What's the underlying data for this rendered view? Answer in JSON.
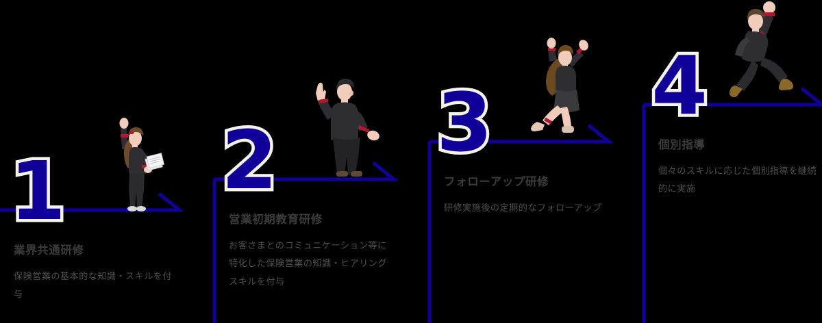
{
  "diagram": {
    "title": "",
    "accent_color": "#100099",
    "number_outline_color": "#f6f3ec",
    "background_color": "#000000",
    "title_text_color": "#3b3b3b",
    "body_text_color": "#4e4e4e",
    "type": "staircase-process-flow",
    "direction": "left-to-right-ascending"
  },
  "steps": [
    {
      "number": "1",
      "title": "業界共通研修",
      "description": "保険営業の基本的な知識・スキルを付与",
      "figure": "standing-woman-with-documents-icon"
    },
    {
      "number": "2",
      "title": "営業初期教育研修",
      "description": "お客さまとのコミュニケーション等に特化した保険営業の知識・ヒアリングスキルを付与",
      "figure": "standing-man-pointing-up-icon"
    },
    {
      "number": "3",
      "title": "フォローアップ研修",
      "description": "研修実施後の定期的なフォローアップ",
      "figure": "jumping-woman-arms-raised-icon"
    },
    {
      "number": "4",
      "title": "個別指導",
      "description": "個々のスキルに応じた個別指導を継続的に実施",
      "figure": "leaping-man-fist-raised-icon"
    }
  ]
}
